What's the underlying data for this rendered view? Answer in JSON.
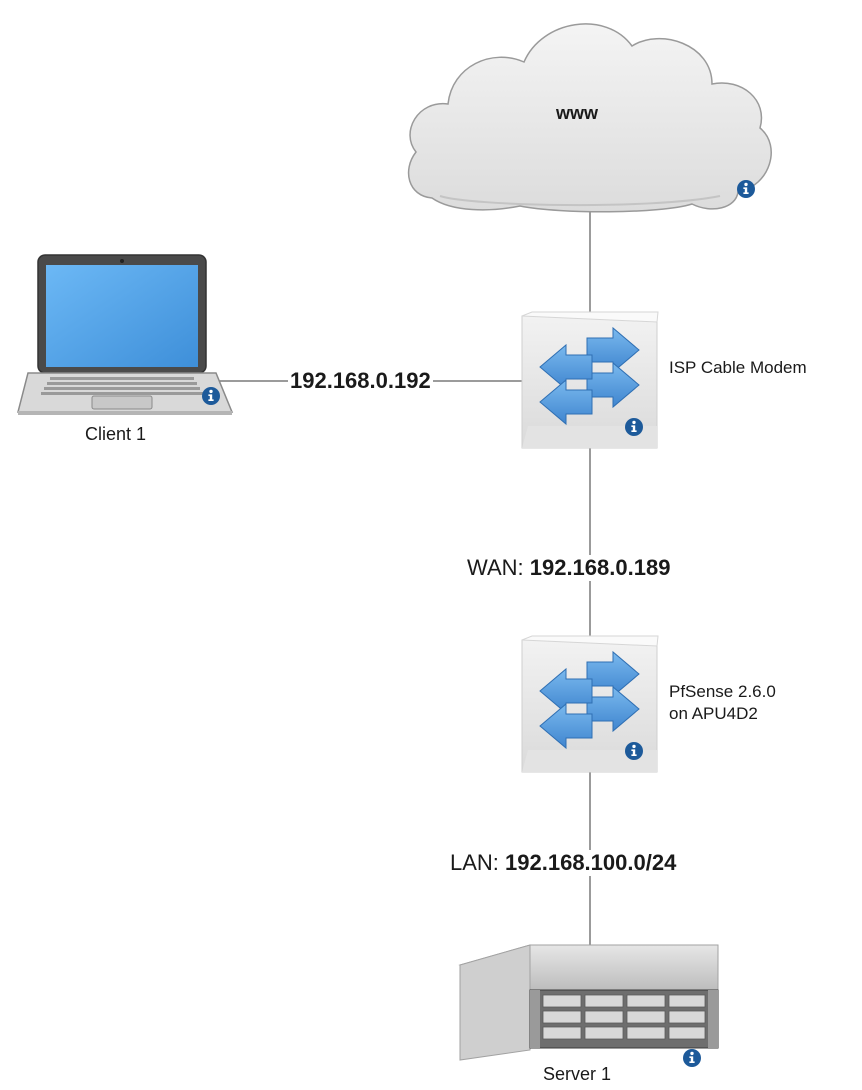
{
  "cloud": {
    "label": "www"
  },
  "modem": {
    "label": "ISP Cable Modem"
  },
  "client": {
    "label": "Client 1",
    "link_ip": "192.168.0.192"
  },
  "firewall": {
    "label_line1": "PfSense 2.6.0",
    "label_line2": "on APU4D2"
  },
  "wan": {
    "prefix": "WAN: ",
    "ip": "192.168.0.189"
  },
  "lan": {
    "prefix": "LAN: ",
    "ip": "192.168.100.0/24"
  },
  "server": {
    "label": "Server 1"
  },
  "colors": {
    "info_badge": "#1d5a9a",
    "arrow": "#4d93d6",
    "line": "#7a7a7a",
    "screen": "#5aa9f0"
  },
  "icons": [
    "cloud-icon",
    "switch-icon",
    "laptop-icon",
    "server-icon",
    "info-icon"
  ]
}
